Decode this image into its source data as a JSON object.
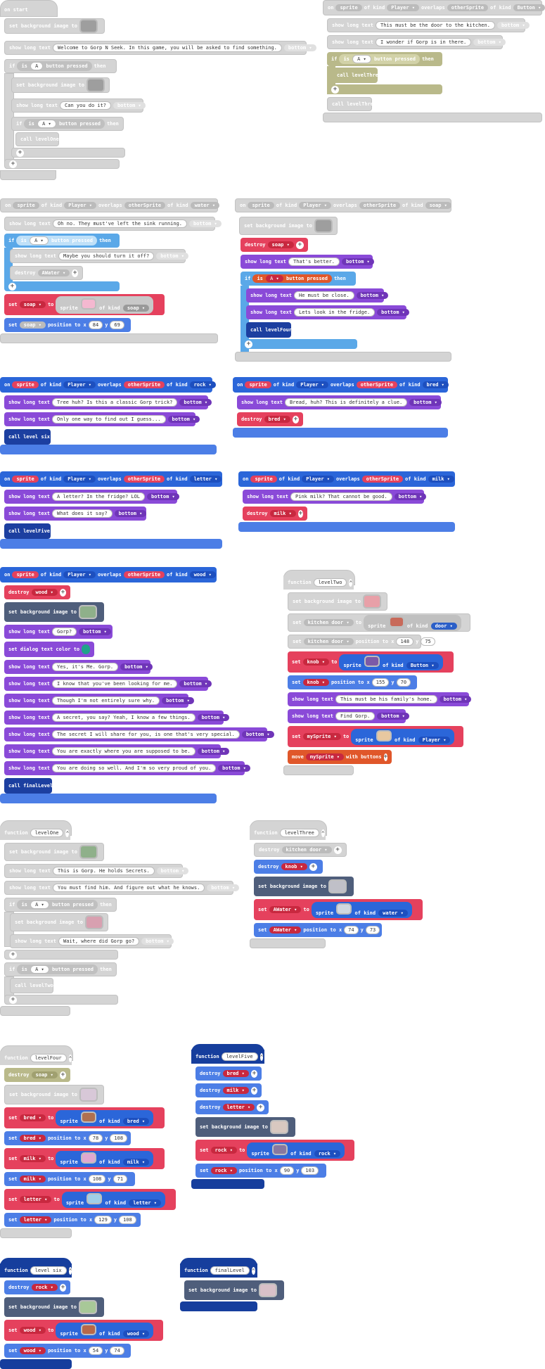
{
  "on_start": {
    "hat": "on start",
    "set_bg": "set background image to",
    "show1_text": "Welcome to Gorp N Seek. In this game, you will be asked to find something.",
    "bottom": "bottom",
    "if": "if",
    "is": "is",
    "btn_a": "A",
    "pressed": "button pressed",
    "then": "then",
    "show2_text": "Can you do it?",
    "call_levelone": "call levelOne"
  },
  "button_overlap": {
    "on": "on",
    "sprite": "sprite",
    "of_kind": "of kind",
    "player": "Player",
    "overlaps": "overlaps",
    "other": "otherSprite",
    "kind2": "Button",
    "show_long_text": "show long text",
    "text1": "This must be the door to the kitchen.",
    "text2": "I wonder if Gorp is in there.",
    "call": "call levelThree"
  },
  "water_overlap": {
    "kind2": "water",
    "text1": "Oh no. They must've left the sink running.",
    "text2": "Maybe you should turn it off?",
    "destroy": "destroy",
    "awater": "AWater",
    "set": "set",
    "soap": "soap",
    "to": "to",
    "position_to_x": "position to x",
    "x": "84",
    "y_label": "y",
    "y": "69"
  },
  "soap_overlap": {
    "kind2": "soap",
    "destroy_soap": "soap",
    "text1": "That's better.",
    "text2": "He must be close.",
    "text3": "Lets look in the fridge.",
    "call": "call levelFour"
  },
  "rock_overlap": {
    "kind2": "rock",
    "text1": "Tree huh? Is this a classic Gorp trick?",
    "text2": "Only one way to find out I guess...",
    "call": "call level six"
  },
  "bred_overlap": {
    "kind2": "bred",
    "text1": "Bread, huh? This is definitely a clue.",
    "destroy": "bred"
  },
  "letter_overlap": {
    "kind2": "letter",
    "text1": "A letter? In the fridge? LOL",
    "text2": "What does it say?",
    "call": "call levelFive"
  },
  "milk_overlap": {
    "kind2": "milk",
    "text1": "Pink milk? That cannot be good.",
    "destroy": "milk"
  },
  "wood_overlap": {
    "kind2": "wood",
    "destroy": "wood",
    "text1": "Gorp?",
    "dialog_color": "set dialog text color to",
    "text2": "Yes, it's Me. Gorp.",
    "text3": "I know that you've been looking for me.",
    "text4": "Though I'm not entirely sure why.",
    "text5": "A secret, you say? Yeah, I know a few things.",
    "text6": "The secret I will share for you, is one that's very special.",
    "text7": "You are exactly where you are supposed to be.",
    "text8": "You are doing so well. And I'm so very proud of you.",
    "call": "call finalLevel"
  },
  "fn_leveltwo": {
    "function": "function",
    "name": "levelTwo",
    "kitchen_door": "kitchen door",
    "door": "door",
    "kd_x": "148",
    "kd_y": "75",
    "knob": "knob",
    "button": "Button",
    "knob_x": "155",
    "knob_y": "70",
    "text1": "This must be his family's home.",
    "text2": "Find Gorp.",
    "mysprite": "mySprite",
    "move": "move",
    "with_buttons": "with buttons"
  },
  "fn_levelone": {
    "name": "levelOne",
    "text1": "This is Gorp. He holds Secrets.",
    "text2": "You must find him. And figure out what he knows.",
    "text3": "Wait, where did Gorp go?",
    "call": "call levelTwo"
  },
  "fn_levelthree": {
    "name": "levelThree",
    "destroy_kd": "kitchen door",
    "destroy_knob": "knob",
    "awater": "AWater",
    "water": "water",
    "x": "74",
    "y": "73"
  },
  "fn_levelfour": {
    "name": "levelFour",
    "destroy": "soap",
    "bred": "bred",
    "bred_x": "78",
    "bred_y": "108",
    "milk": "milk",
    "milk_x": "108",
    "milk_y": "71",
    "letter": "letter",
    "letter_x": "129",
    "letter_y": "108"
  },
  "fn_levelfive": {
    "name": "levelFive",
    "d1": "bred",
    "d2": "milk",
    "d3": "letter",
    "rock": "rock",
    "x": "90",
    "y": "103"
  },
  "fn_levelsix": {
    "name": "level six",
    "destroy": "rock",
    "wood": "wood",
    "x": "54",
    "y": "74"
  },
  "fn_finallevel": {
    "name": "finalLevel"
  },
  "colors": {
    "event_blue": "#4c7ee6",
    "purple": "#8a4ad8",
    "red": "#e5415d",
    "slate": "#4f5e7b",
    "dark_blue": "#1c3fa0",
    "orange": "#e0572a",
    "disabled": "#d4d4d4",
    "dialog_color": "#1fa38a"
  }
}
